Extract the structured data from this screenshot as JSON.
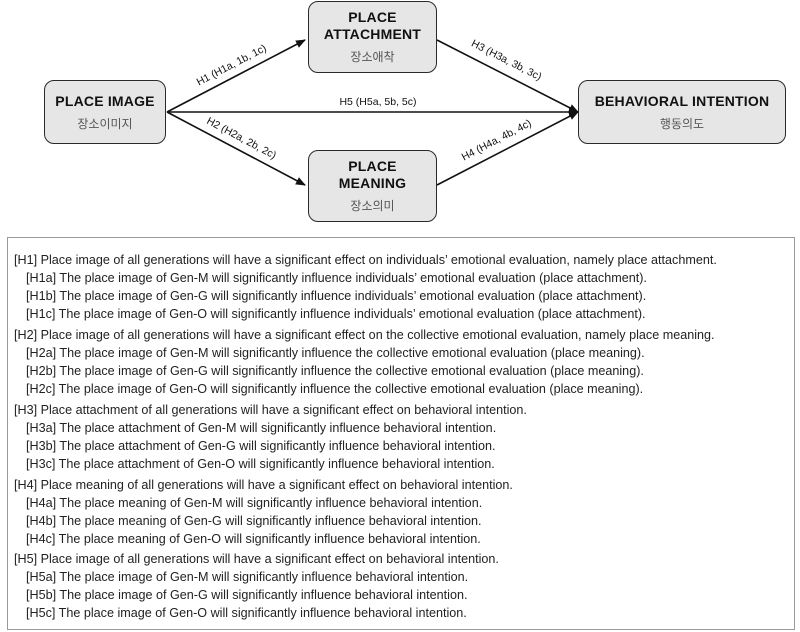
{
  "nodes": {
    "place_image": {
      "title": "PLACE IMAGE",
      "korean": "장소이미지"
    },
    "place_attachment": {
      "title_line1": "PLACE",
      "title_line2": "ATTACHMENT",
      "korean": "장소애착"
    },
    "place_meaning": {
      "title_line1": "PLACE",
      "title_line2": "MEANING",
      "korean": "장소의미"
    },
    "behavioral_intention": {
      "title": "BEHAVIORAL INTENTION",
      "korean": "행동의도"
    }
  },
  "edges": {
    "h1": "H1 (H1a, 1b, 1c)",
    "h2": "H2 (H2a, 2b, 2c)",
    "h3": "H3 (H3a, 3b, 3c)",
    "h4": "H4 (H4a, 4b, 4c)",
    "h5": "H5 (H5a, 5b, 5c)"
  },
  "hypotheses": [
    {
      "main": "[H1] Place image of all generations will have a significant effect on individuals’ emotional evaluation, namely place attachment.",
      "subs": [
        "[H1a] The place image of Gen-M will significantly influence individuals’ emotional evaluation (place attachment).",
        "[H1b] The place image of Gen-G will significantly influence individuals’ emotional evaluation (place attachment).",
        "[H1c] The place image of Gen-O will significantly influence individuals’ emotional evaluation (place attachment)."
      ]
    },
    {
      "main": "[H2] Place image of all generations will have a significant effect on the collective emotional evaluation, namely place meaning.",
      "subs": [
        "[H2a] The place image of Gen-M will significantly influence the collective emotional evaluation (place meaning).",
        "[H2b] The place image of Gen-G will significantly influence the collective emotional evaluation (place meaning).",
        "[H2c] The place image of Gen-O will significantly influence the collective emotional evaluation (place meaning)."
      ]
    },
    {
      "main": "[H3] Place attachment of all generations will have a significant effect on behavioral intention.",
      "subs": [
        "[H3a] The place attachment of Gen-M will significantly influence behavioral intention.",
        "[H3b] The place attachment of Gen-G will significantly influence behavioral intention.",
        "[H3c] The place attachment of Gen-O will significantly influence behavioral intention."
      ]
    },
    {
      "main": "[H4] Place meaning of all generations will have a significant effect on behavioral intention.",
      "subs": [
        "[H4a] The place meaning of Gen-M will significantly influence behavioral intention.",
        "[H4b] The place meaning of Gen-G will significantly influence behavioral intention.",
        "[H4c] The place meaning of Gen-O will significantly influence behavioral intention."
      ]
    },
    {
      "main": "[H5] Place image of all generations will have a significant effect on behavioral intention.",
      "subs": [
        "[H5a] The place image of Gen-M will significantly influence behavioral intention.",
        "[H5b] The place image of Gen-G will significantly influence behavioral intention.",
        "[H5c] The place image of Gen-O will significantly influence behavioral intention."
      ]
    }
  ]
}
